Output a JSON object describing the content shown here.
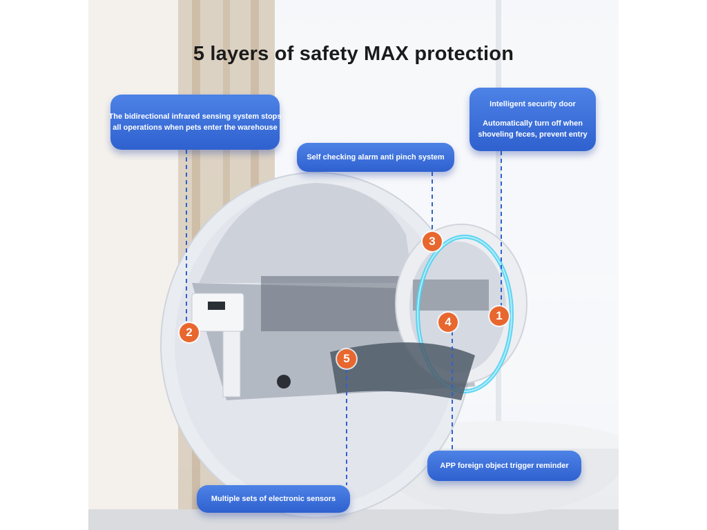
{
  "title": "5 layers of safety MAX protection",
  "callouts": {
    "infrared": {
      "line1": "The bidirectional infrared sensing system stops",
      "line2": "all operations when pets enter the warehouse"
    },
    "anti_pinch": {
      "text": "Self checking alarm anti pinch system"
    },
    "security_door": {
      "heading": "Intelligent security door",
      "line1": "Automatically turn off when",
      "line2": "shoveling feces, prevent entry"
    },
    "app_reminder": {
      "text": "APP foreign object trigger reminder"
    },
    "sensors": {
      "text": "Multiple sets of electronic sensors"
    }
  },
  "markers": {
    "m1": "1",
    "m2": "2",
    "m3": "3",
    "m4": "4",
    "m5": "5"
  },
  "colors": {
    "bubble": "#3a6ed8",
    "marker": "#e8672e",
    "ring": "#4fd0ef",
    "title": "#1b1b1b"
  }
}
